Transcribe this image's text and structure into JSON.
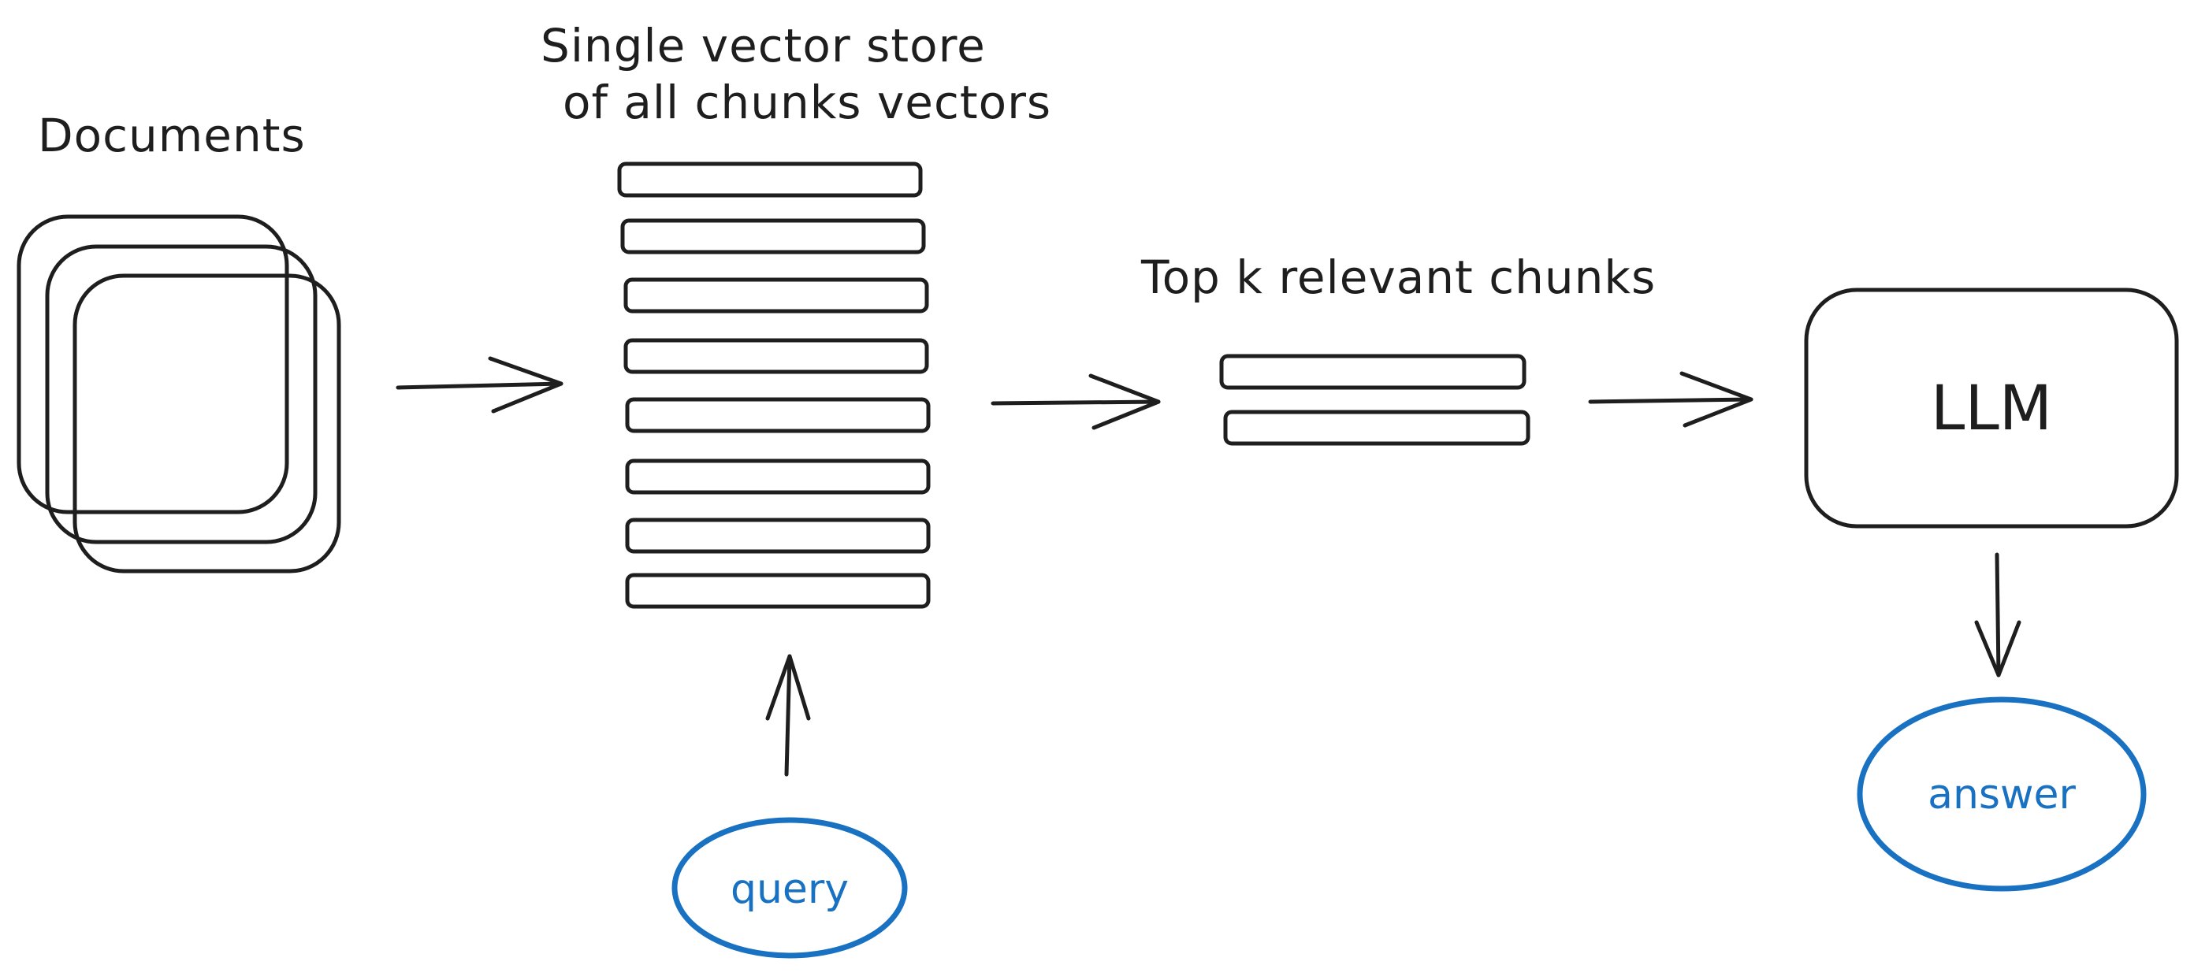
{
  "diagram": {
    "documents_label": "Documents",
    "vector_store_label_line1": "Single vector store",
    "vector_store_label_line2": "of all chunks vectors",
    "top_k_label": "Top k relevant chunks",
    "llm_label": "LLM",
    "query_label": "query",
    "answer_label": "answer"
  },
  "colors": {
    "ink": "#1e1e1e",
    "accent_blue": "#1971c2",
    "background": "#ffffff"
  }
}
